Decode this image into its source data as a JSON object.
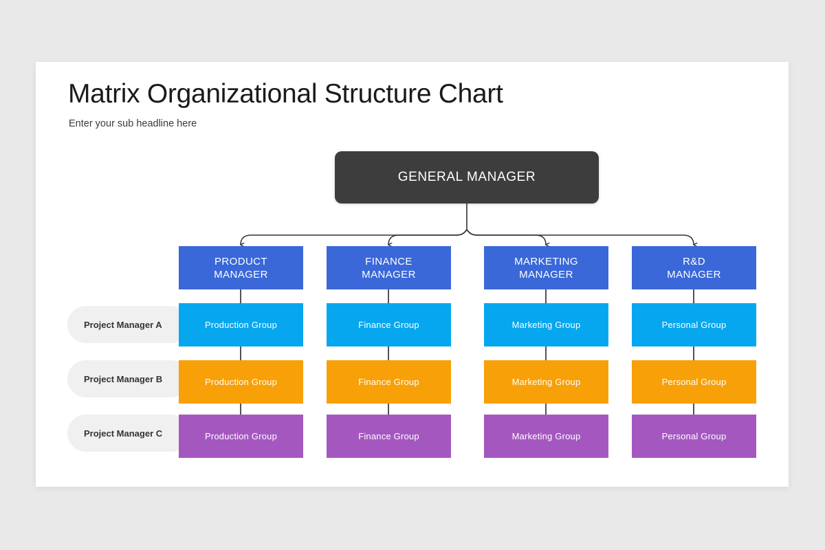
{
  "slide": {
    "title": "Matrix Organizational Structure Chart",
    "subtitle": "Enter your sub headline here",
    "background_color": "#e9e9e9",
    "card_color": "#ffffff"
  },
  "chart_data": {
    "type": "diagram",
    "diagram_kind": "matrix-organizational-chart",
    "title": "Matrix Organizational Structure Chart",
    "root": {
      "label": "GENERAL MANAGER",
      "color": "#3d3d3d",
      "text_color": "#ffffff"
    },
    "columns": [
      {
        "manager": "PRODUCT\nMANAGER",
        "manager_color": "#3a68d8",
        "group": "Production Group"
      },
      {
        "manager": "FINANCE\nMANAGER",
        "manager_color": "#3a68d8",
        "group": "Finance Group"
      },
      {
        "manager": "MARKETING\nMANAGER",
        "manager_color": "#3a68d8",
        "group": "Marketing Group"
      },
      {
        "manager": "R&D\nMANAGER",
        "manager_color": "#3a68d8",
        "group": "Personal Group"
      }
    ],
    "rows": [
      {
        "label": "Project Manager A",
        "color": "#06a7ef"
      },
      {
        "label": "Project Manager B",
        "color": "#f8a007"
      },
      {
        "label": "Project Manager C",
        "color": "#a557c0"
      }
    ],
    "matrix": [
      [
        "Production Group",
        "Finance Group",
        "Marketing Group",
        "Personal Group"
      ],
      [
        "Production Group",
        "Finance Group",
        "Marketing Group",
        "Personal Group"
      ],
      [
        "Production Group",
        "Finance Group",
        "Marketing Group",
        "Personal Group"
      ]
    ],
    "connector_color": "#333333",
    "pill_color": "#f0f0f0"
  }
}
